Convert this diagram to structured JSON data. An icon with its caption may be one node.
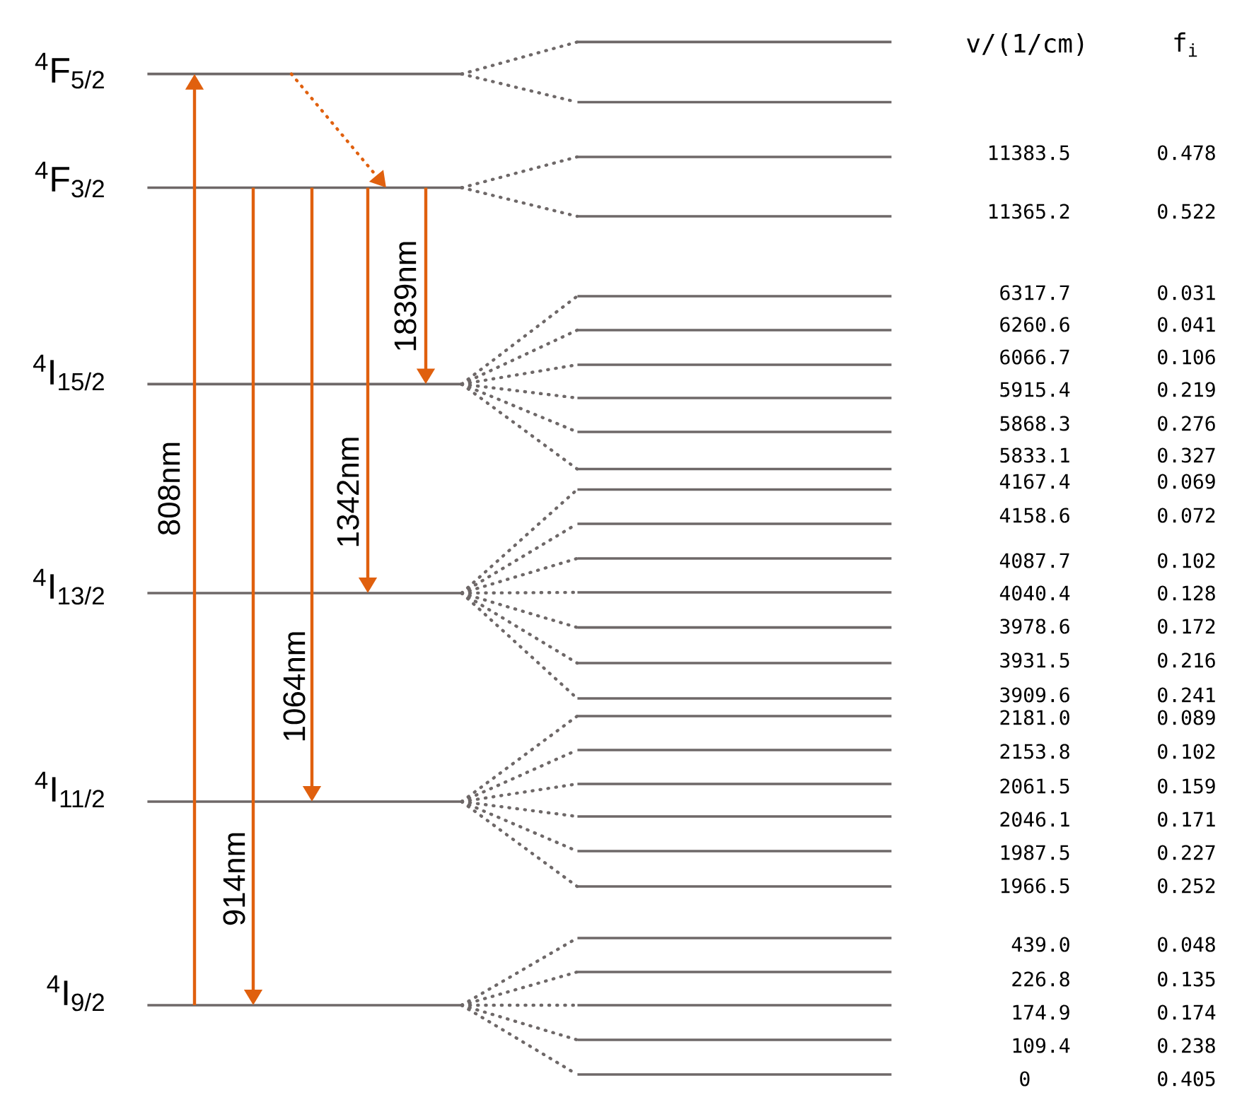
{
  "diagram": {
    "nodes": [
      {
        "text": [
          "$^{4}$F$_{5/2}$"
        ]
      },
      {
        "text": [
          "$^{4}$F$_{3/2}$"
        ]
      },
      {
        "text": [
          "$^{4}$I$_{15/2}$"
        ]
      },
      {
        "text": [
          "$^{4}$I$_{13/2}$"
        ]
      },
      {
        "text": [
          "$^{4}$I$_{11/2}$"
        ]
      },
      {
        "text": [
          "$^{4}$I$_{9/2}$"
        ]
      },
      {
        "text": [],
        "shape": "line"
      },
      {
        "text": [],
        "shape": "line"
      },
      {
        "text": [],
        "shape": "line"
      },
      {
        "text": [],
        "shape": "line"
      },
      {
        "text": [],
        "shape": "line"
      },
      {
        "text": [],
        "shape": "line"
      },
      {
        "text": [],
        "shape": "line"
      },
      {
        "text": [],
        "shape": "line"
      },
      {
        "text": [],
        "shape": "line"
      },
      {
        "text": [],
        "shape": "line"
      },
      {
        "text": [],
        "shape": "line"
      },
      {
        "text": [],
        "shape": "line"
      },
      {
        "text": [],
        "shape": "line"
      },
      {
        "text": [],
        "shape": "line"
      },
      {
        "text": [],
        "shape": "line"
      },
      {
        "text": [],
        "shape": "line"
      },
      {
        "text": [],
        "shape": "line"
      },
      {
        "text": [],
        "shape": "line"
      },
      {
        "text": [],
        "shape": "line"
      },
      {
        "text": [],
        "shape": "line"
      },
      {
        "text": [],
        "shape": "line"
      },
      {
        "text": [],
        "shape": "line"
      },
      {
        "text": [],
        "shape": "line"
      },
      {
        "text": [],
        "shape": "line"
      },
      {
        "text": [],
        "shape": "line"
      },
      {
        "text": [],
        "shape": "line"
      },
      {
        "text": [],
        "shape": "line"
      },
      {
        "text": [],
        "shape": "line"
      }
    ],
    "edges": [
      {
        "from": 5,
        "to": 0,
        "arrow": "to",
        "label": "808nm",
        "color": "#e0600e"
      },
      {
        "from": 0,
        "to": 1,
        "arrow": "to",
        "style": "dashed",
        "color": "#e0600e"
      },
      {
        "from": 1,
        "to": 5,
        "arrow": "to",
        "label": "914nm",
        "color": "#e0600e"
      },
      {
        "from": 1,
        "to": 4,
        "arrow": "to",
        "label": "1064nm",
        "color": "#e0600e"
      },
      {
        "from": 1,
        "to": 3,
        "arrow": "to",
        "label": "1342nm",
        "color": "#e0600e"
      },
      {
        "from": 1,
        "to": 2,
        "arrow": "to",
        "label": "1839nm",
        "color": "#e0600e"
      },
      {
        "from": 0,
        "to": 6,
        "arrow": "none",
        "style": "dashed"
      },
      {
        "from": 0,
        "to": 7,
        "arrow": "none",
        "style": "dashed"
      },
      {
        "from": 1,
        "to": 8,
        "arrow": "none",
        "style": "dashed"
      },
      {
        "from": 1,
        "to": 9,
        "arrow": "none",
        "style": "dashed"
      },
      {
        "from": 2,
        "to": 10,
        "arrow": "none",
        "style": "dashed"
      },
      {
        "from": 2,
        "to": 11,
        "arrow": "none",
        "style": "dashed"
      },
      {
        "from": 2,
        "to": 12,
        "arrow": "none",
        "style": "dashed"
      },
      {
        "from": 2,
        "to": 13,
        "arrow": "none",
        "style": "dashed"
      },
      {
        "from": 2,
        "to": 14,
        "arrow": "none",
        "style": "dashed"
      },
      {
        "from": 2,
        "to": 15,
        "arrow": "none",
        "style": "dashed"
      },
      {
        "from": 3,
        "to": 16,
        "arrow": "none",
        "style": "dashed"
      },
      {
        "from": 3,
        "to": 17,
        "arrow": "none",
        "style": "dashed"
      },
      {
        "from": 3,
        "to": 18,
        "arrow": "none",
        "style": "dashed"
      },
      {
        "from": 3,
        "to": 19,
        "arrow": "none",
        "style": "dashed"
      },
      {
        "from": 3,
        "to": 20,
        "arrow": "none",
        "style": "dashed"
      },
      {
        "from": 3,
        "to": 21,
        "arrow": "none",
        "style": "dashed"
      },
      {
        "from": 3,
        "to": 22,
        "arrow": "none",
        "style": "dashed"
      },
      {
        "from": 4,
        "to": 23,
        "arrow": "none",
        "style": "dashed"
      },
      {
        "from": 4,
        "to": 24,
        "arrow": "none",
        "style": "dashed"
      },
      {
        "from": 4,
        "to": 25,
        "arrow": "none",
        "style": "dashed"
      },
      {
        "from": 4,
        "to": 26,
        "arrow": "none",
        "style": "dashed"
      },
      {
        "from": 4,
        "to": 27,
        "arrow": "none",
        "style": "dashed"
      },
      {
        "from": 4,
        "to": 28,
        "arrow": "none",
        "style": "dashed"
      },
      {
        "from": 5,
        "to": 29,
        "arrow": "none",
        "style": "dashed"
      },
      {
        "from": 5,
        "to": 30,
        "arrow": "none",
        "style": "dashed"
      },
      {
        "from": 5,
        "to": 31,
        "arrow": "none",
        "style": "dashed"
      },
      {
        "from": 5,
        "to": 32,
        "arrow": "none",
        "style": "dashed"
      },
      {
        "from": 5,
        "to": 33,
        "arrow": "none",
        "style": "dashed"
      }
    ],
    "labels": [
      "v/(1/cm)",
      "f$_{i}$",
      "11383.5",
      "0.478",
      "11365.2",
      "0.522",
      "6317.7",
      "0.031",
      "6260.6",
      "0.041",
      "6066.7",
      "0.106",
      "5915.4",
      "0.219",
      "5868.3",
      "0.276",
      "5833.1",
      "0.327",
      "4167.4",
      "0.069",
      "4158.6",
      "0.072",
      "4087.7",
      "0.102",
      "4040.4",
      "0.128",
      "3978.6",
      "0.172",
      "3931.5",
      "0.216",
      "3909.6",
      "0.241",
      "2181.0",
      "0.089",
      "2153.8",
      "0.102",
      "2061.5",
      "0.159",
      "2046.1",
      "0.171",
      "1987.5",
      "0.227",
      "1966.5",
      "0.252",
      "439.0",
      "0.048",
      "226.8",
      "0.135",
      "174.9",
      "0.174",
      "109.4",
      "0.238",
      "0",
      "0.405"
    ]
  }
}
